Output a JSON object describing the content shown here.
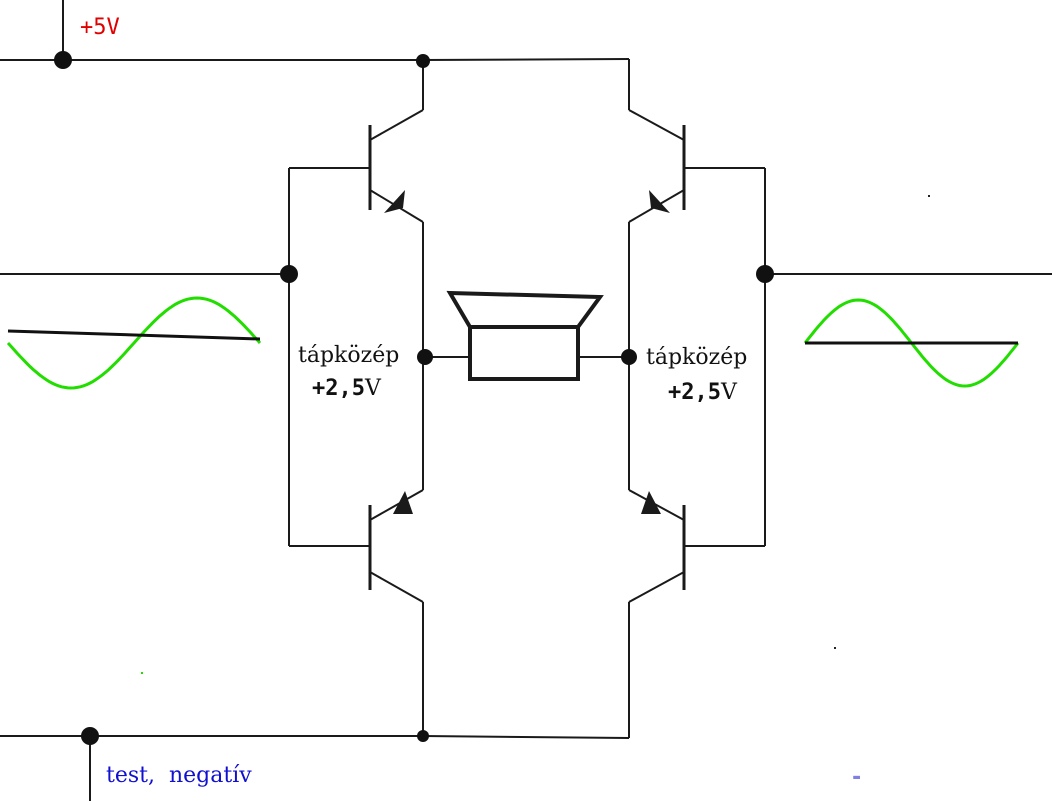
{
  "labels": {
    "supply": "+5V",
    "mid_left_name": "tápközép",
    "mid_left_voltage_sign": "+2,5",
    "mid_left_voltage_unit": "V",
    "mid_right_name": "tápközép",
    "mid_right_voltage_sign": "+2,5",
    "mid_right_voltage_unit": "V",
    "ground": "test,  negatív",
    "minus_mark": "-"
  },
  "colors": {
    "wire": "#1a1a1a",
    "supply_text": "#e00000",
    "ground_text": "#1010d0",
    "sine": "#22dd00",
    "minus_mark": "#8080e0"
  }
}
